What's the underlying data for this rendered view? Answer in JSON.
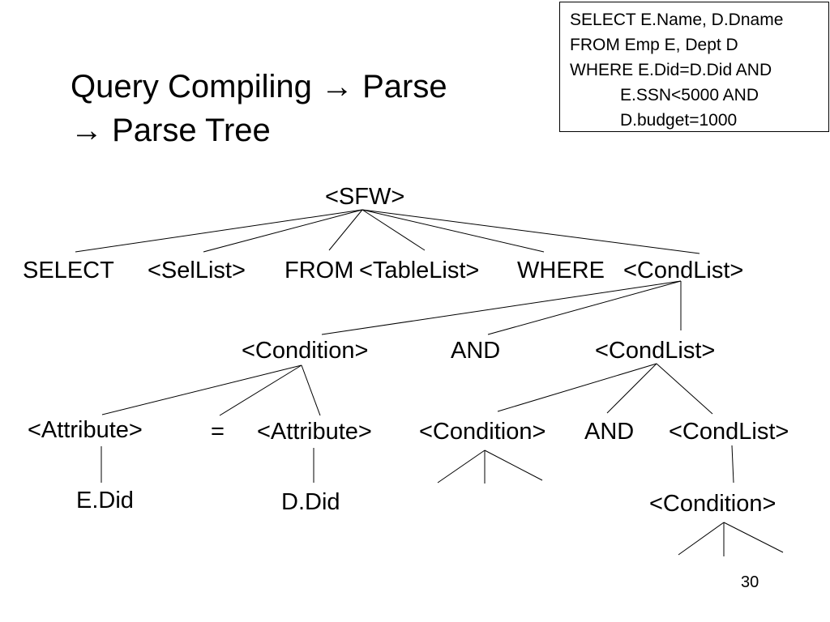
{
  "slide": {
    "title_line1": "Query Compiling → Parse",
    "title_line2": "→ Parse Tree",
    "page_number": "30"
  },
  "sql": {
    "lines": [
      "SELECT E.Name, D.Dname",
      "FROM Emp E, Dept D",
      "WHERE E.Did=D.Did AND",
      "E.SSN<5000 AND",
      "D.budget=1000"
    ]
  },
  "tree": {
    "sfw": "<SFW>",
    "select": "SELECT",
    "sellist": "<SelList>",
    "from": "FROM",
    "tablelist": "<TableList>",
    "where": "WHERE",
    "condlist1": "<CondList>",
    "condition1": "<Condition>",
    "and1": "AND",
    "condlist2": "<CondList>",
    "attribute1": "<Attribute>",
    "equals": "=",
    "attribute2": "<Attribute>",
    "condition2": "<Condition>",
    "and2": "AND",
    "condlist3": "<CondList>",
    "edid": "E.Did",
    "ddid": "D.Did",
    "condition3": "<Condition>"
  }
}
